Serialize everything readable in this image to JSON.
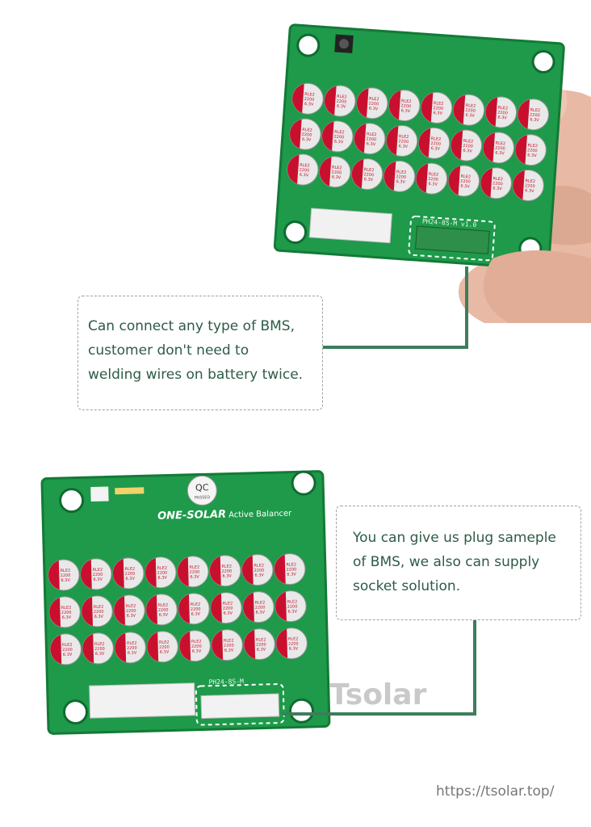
{
  "board_top": {
    "silkscreen_model": "PH24-8S-M v1.0",
    "cap_text": [
      "RLE2",
      "2200",
      "6.3V"
    ]
  },
  "board_bottom": {
    "qc_badge": "QC",
    "qc_sub": "PASSED",
    "brand": "ONE-SOLAR",
    "brand_suffix": "Active Balancer",
    "silkscreen_model": "PH24-8S-M",
    "cap_text": [
      "RLE2",
      "2200",
      "6.3V"
    ]
  },
  "callout_top": {
    "lines": [
      "Can connect any type of BMS,",
      "customer don't need to",
      "welding wires on battery twice."
    ]
  },
  "callout_bottom": {
    "lines": [
      "You can give us plug sameple",
      "of BMS, we also can supply",
      "socket solution."
    ]
  },
  "watermark": "Tsolar",
  "source_url": "https://tsolar.top/",
  "colors": {
    "pcb_green": "#1e9a4a",
    "pcb_dark": "#137a37",
    "accent_line": "#3d7d5c",
    "text": "#2e5b46"
  }
}
